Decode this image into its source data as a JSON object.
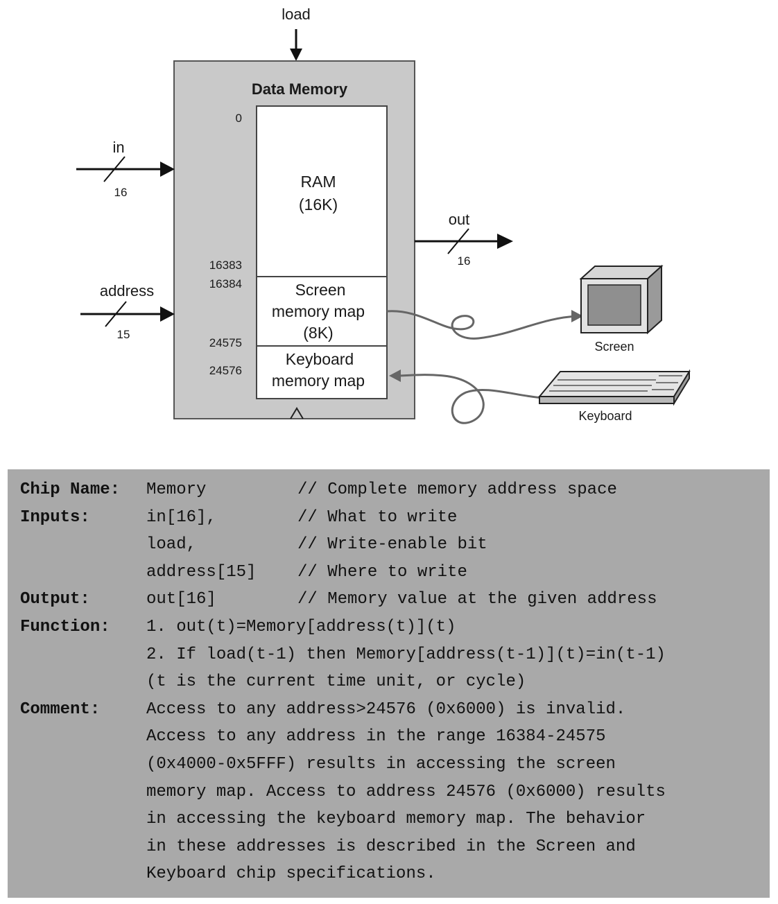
{
  "diagram": {
    "title": "Data Memory",
    "signals": {
      "load": "load",
      "in": "in",
      "in_width": "16",
      "address": "address",
      "address_width": "15",
      "out": "out",
      "out_width": "16"
    },
    "ram": {
      "name": "RAM",
      "size": "(16K)"
    },
    "screen_map": {
      "line1": "Screen",
      "line2": "memory map",
      "line3": "(8K)"
    },
    "keyboard_map": {
      "line1": "Keyboard",
      "line2": "memory map"
    },
    "addresses": {
      "a0": "0",
      "a16383": "16383",
      "a16384": "16384",
      "a24575": "24575",
      "a24576": "24576"
    },
    "devices": {
      "screen": "Screen",
      "keyboard": "Keyboard"
    },
    "colors": {
      "chip_fill": "#c9c9c9",
      "spec_bg": "#a9a9a9"
    }
  },
  "spec": {
    "rows": [
      {
        "label": "Chip Name:",
        "value": "Memory",
        "comment": "// Complete memory address space"
      },
      {
        "label": "Inputs:",
        "value": "in[16],",
        "comment": "// What to write"
      },
      {
        "label": "",
        "value": "load,",
        "comment": "// Write-enable bit"
      },
      {
        "label": "",
        "value": "address[15]",
        "comment": "// Where to write"
      },
      {
        "label": "Output:",
        "value": "out[16]",
        "comment": "// Memory value at the given address"
      },
      {
        "label": "Function:",
        "value": "1. out(t)=Memory[address(t)](t)",
        "comment": ""
      },
      {
        "label": "",
        "value": "2. If load(t-1) then Memory[address(t-1)](t)=in(t-1)",
        "comment": ""
      },
      {
        "label": "",
        "value": "(t is the current time unit, or cycle)",
        "comment": ""
      },
      {
        "label": "Comment:",
        "value": "Access to any address>24576 (0x6000) is invalid.",
        "comment": ""
      },
      {
        "label": "",
        "value": "Access to any address in the range 16384-24575",
        "comment": ""
      },
      {
        "label": "",
        "value": "(0x4000-0x5FFF) results in accessing the screen",
        "comment": ""
      },
      {
        "label": "",
        "value": "memory map. Access to address 24576 (0x6000) results",
        "comment": ""
      },
      {
        "label": "",
        "value": "in accessing the keyboard memory map. The behavior",
        "comment": ""
      },
      {
        "label": "",
        "value": "in these addresses is described in the Screen and",
        "comment": ""
      },
      {
        "label": "",
        "value": "Keyboard chip specifications.",
        "comment": ""
      }
    ]
  }
}
